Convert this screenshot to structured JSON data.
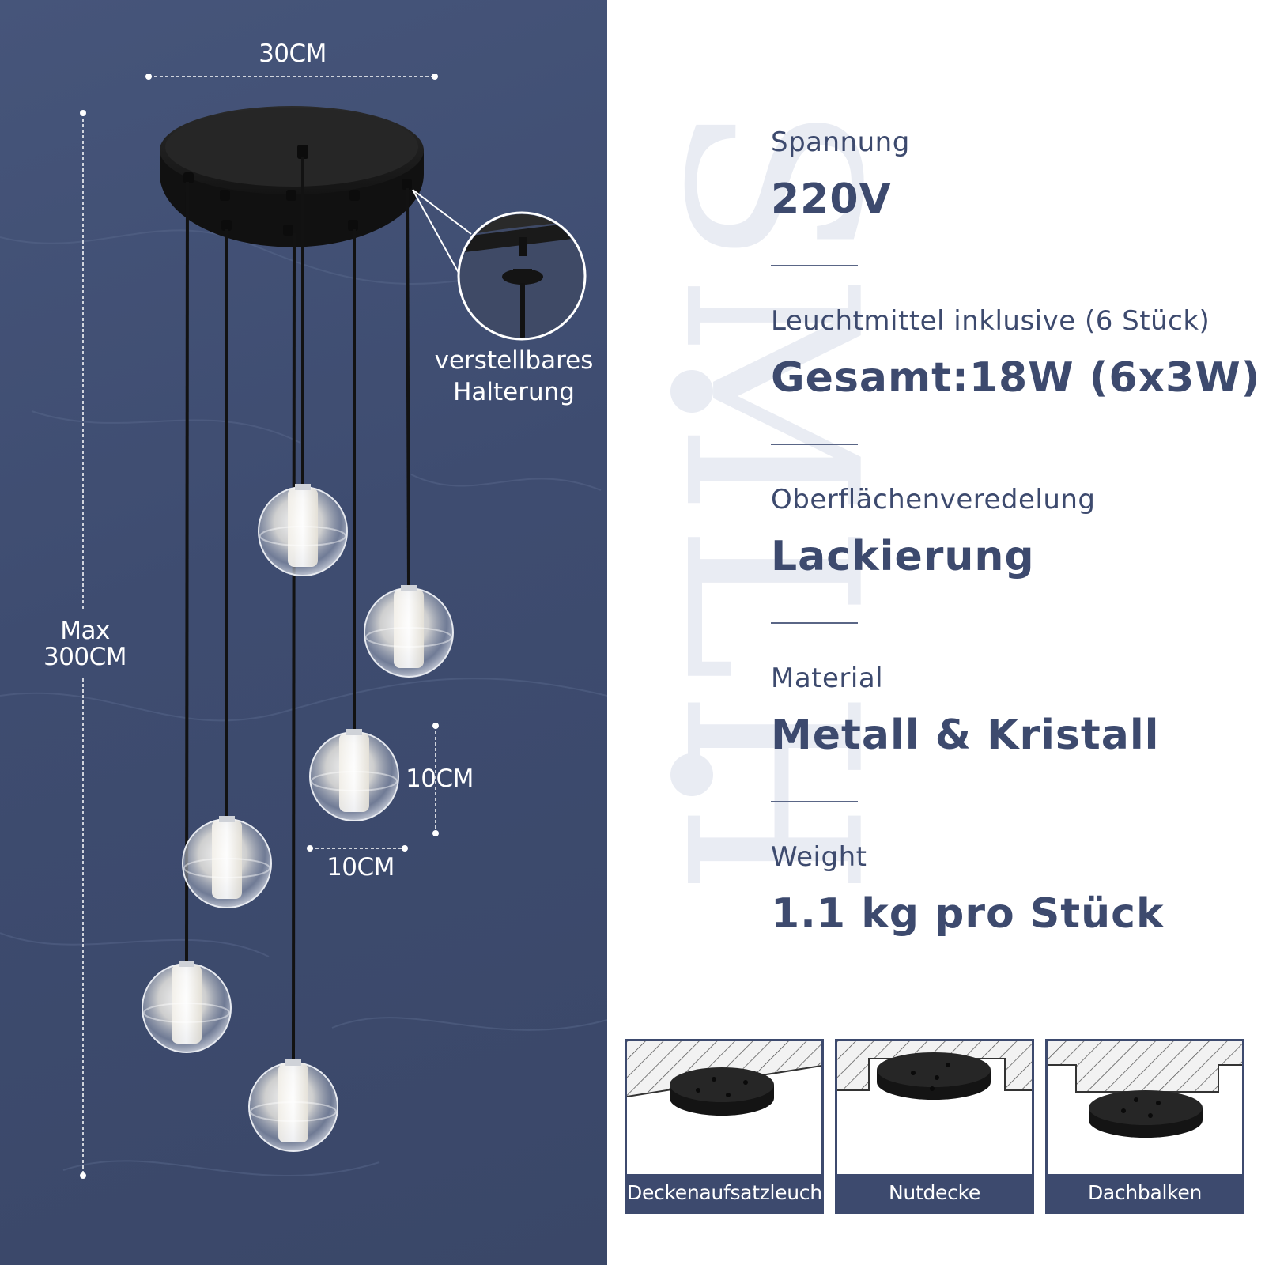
{
  "dimensions": {
    "width_label": "30CM",
    "height_label_line1": "Max",
    "height_label_line2": "300CM",
    "globe_height_label": "10CM",
    "globe_width_label": "10CM"
  },
  "callout": {
    "line1": "verstellbares",
    "line2": "Halterung"
  },
  "watermark_text": "SMLH",
  "specs": [
    {
      "label": "Spannung",
      "value": "220V"
    },
    {
      "label": "Leuchtmittel inklusive (6 Stück)",
      "value": "Gesamt:18W (6x3W)"
    },
    {
      "label": "Oberflächenveredelung",
      "value": "Lackierung"
    },
    {
      "label": "Material",
      "value": "Metall & Kristall"
    },
    {
      "label": "Weight",
      "value": "1.1 kg pro Stück"
    }
  ],
  "installations": [
    {
      "caption": "Deckenaufsatzleuchte"
    },
    {
      "caption": "Nutdecke"
    },
    {
      "caption": "Dachbalken"
    }
  ],
  "colors": {
    "panel_bg": "#3e4c70",
    "text_navy": "#3d4a6e",
    "watermark": "#e9ecf3",
    "canopy": "#1f1f1f"
  }
}
